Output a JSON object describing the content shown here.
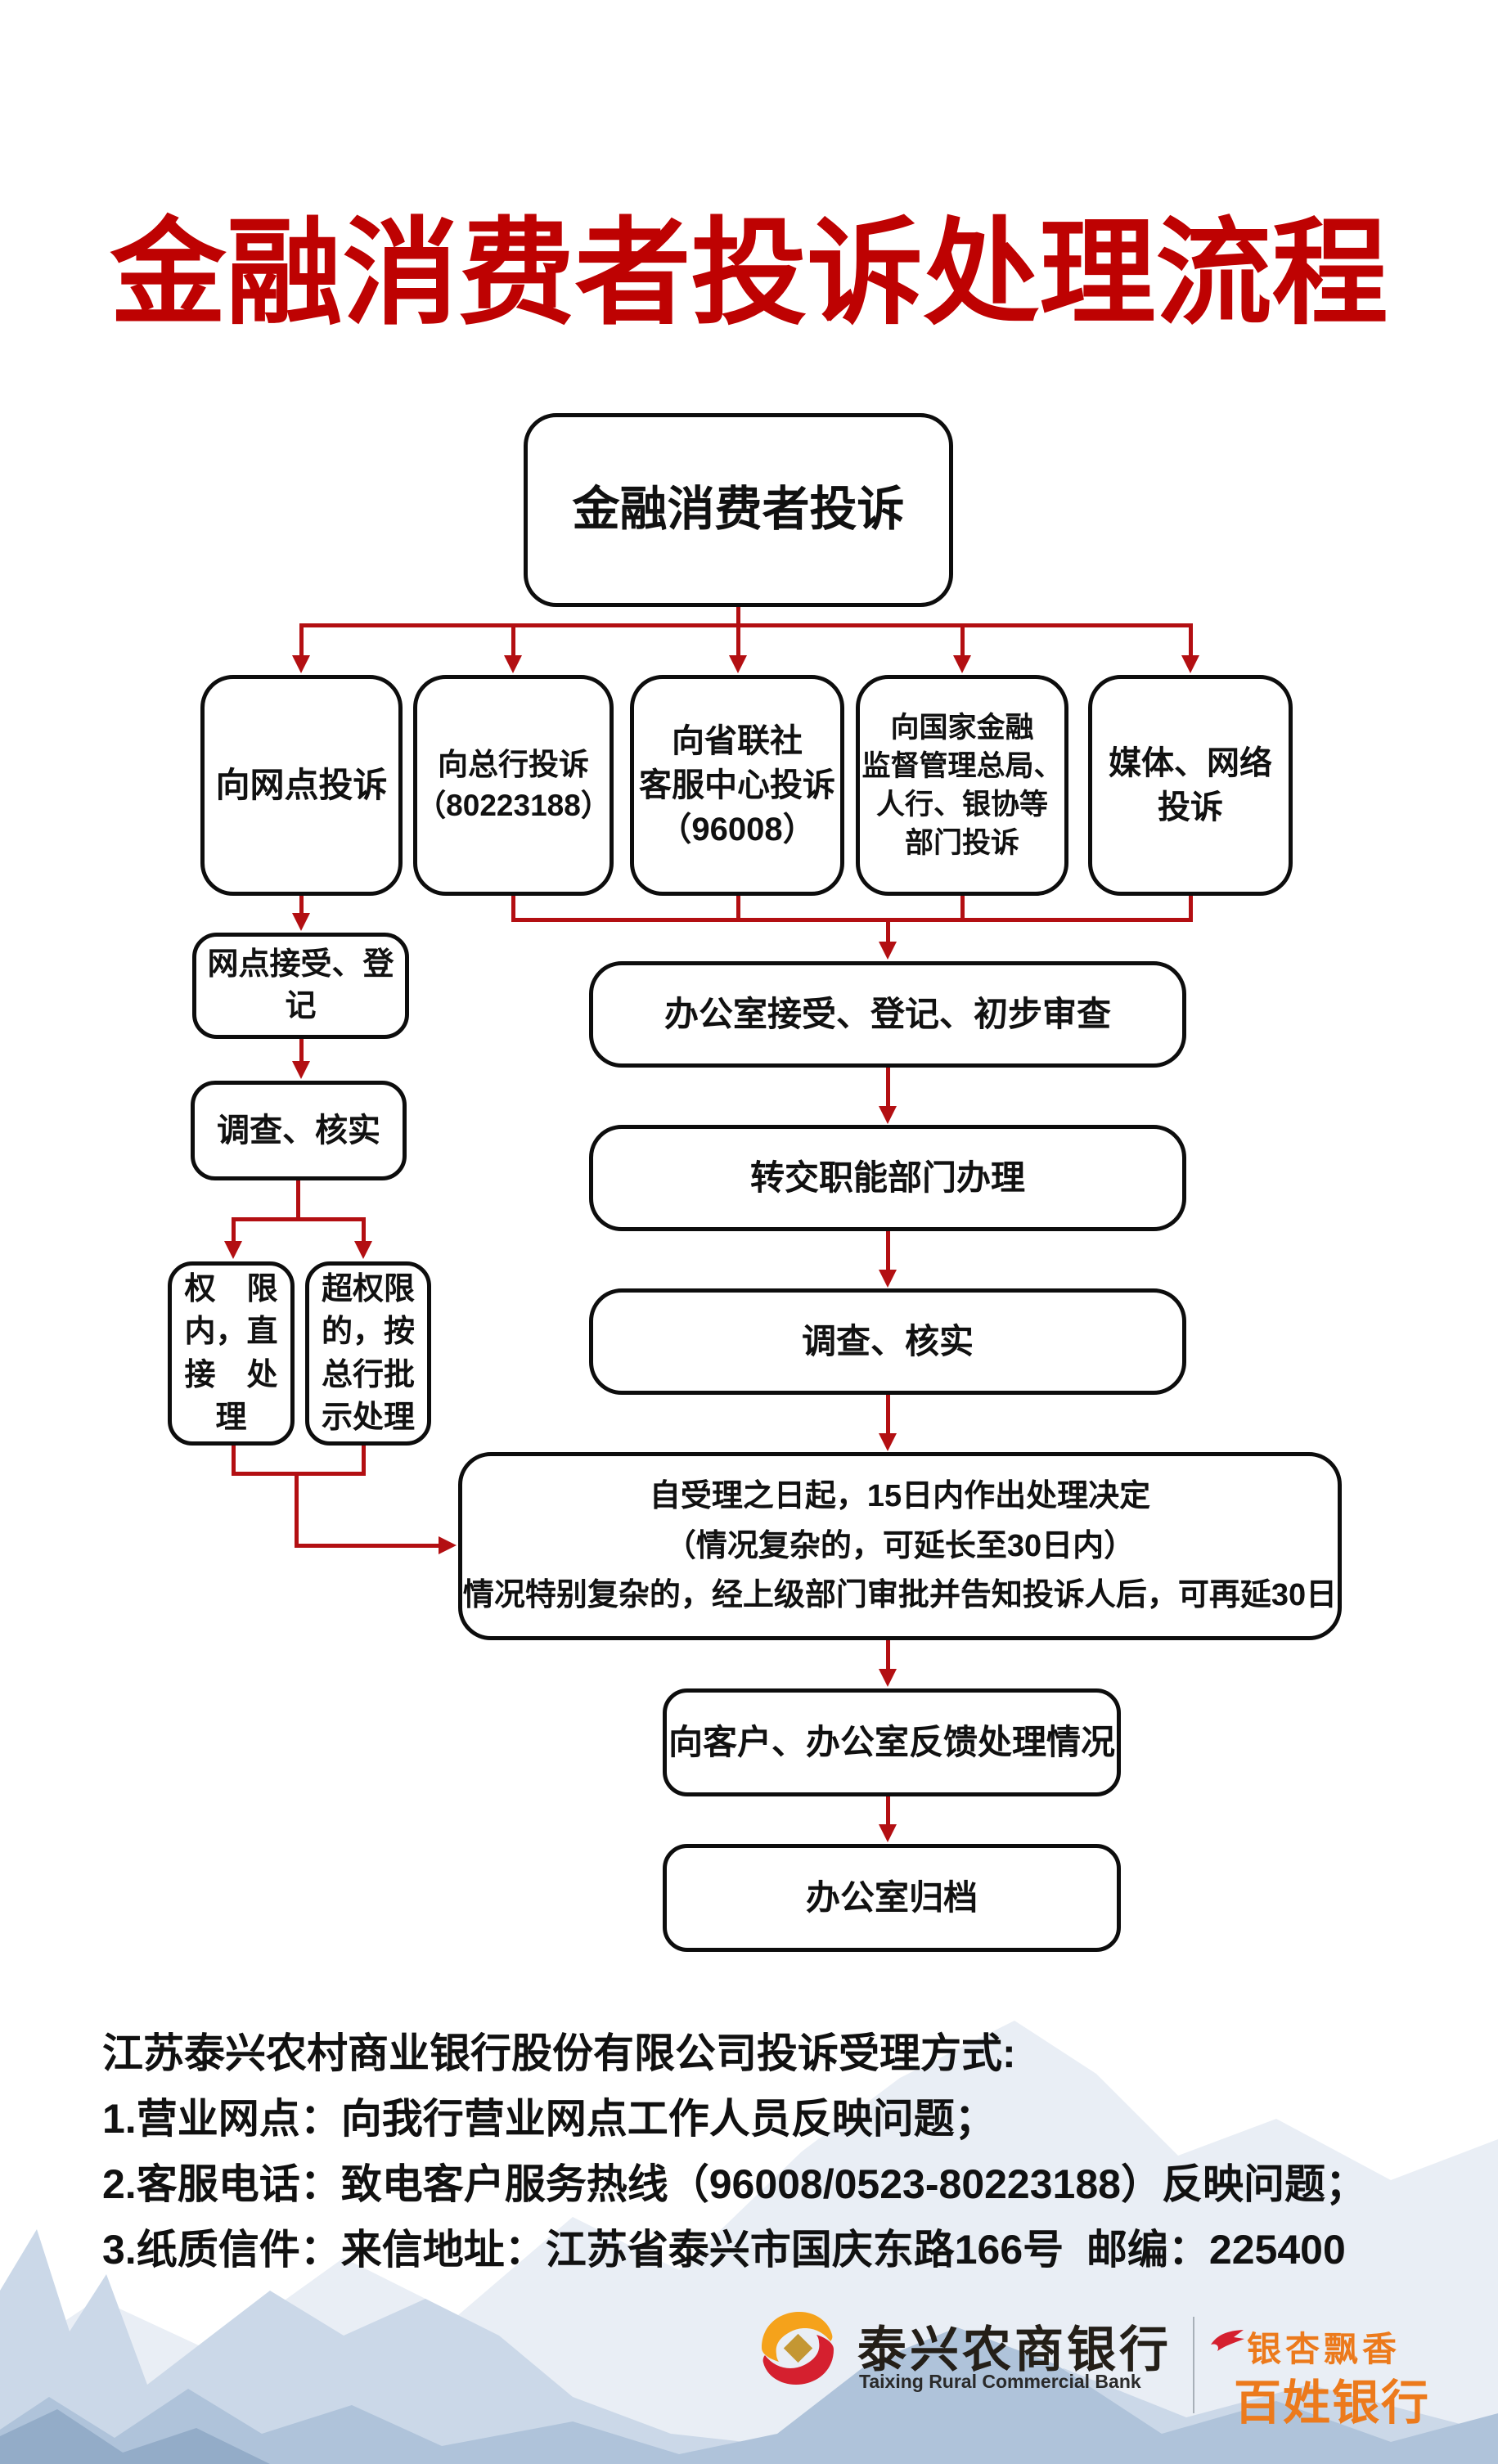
{
  "title": "金融消费者投诉处理流程",
  "theme": {
    "title_red": "#BE0202",
    "line_red": "#B30F12",
    "border_black": "#0D0D0D",
    "mountain_1": "#E9EEF5",
    "mountain_2": "#CBD8E8",
    "mountain_3": "#AFC3DA",
    "mountain_4": "#93ACC8",
    "logo_orange": "#F5A21B",
    "logo_red": "#D5202F",
    "logo_gold": "#C49733",
    "slogan_orange": "#EC7A1C"
  },
  "flow": {
    "nodes": {
      "root": {
        "label": "金融消费者投诉"
      },
      "b1": {
        "label": "向网点投诉"
      },
      "b2": {
        "label": "向总行投诉\n（80223188）"
      },
      "b3": {
        "label": "向省联社\n客服中心投诉\n（96008）"
      },
      "b4": {
        "label": "向国家金融\n监督管理总局、\n人行、银协等\n部门投诉"
      },
      "b5": {
        "label": "媒体、网络\n投诉"
      },
      "receive_branch": {
        "label": "网点接受、登记"
      },
      "investigate_left": {
        "label": "调查、核实"
      },
      "within_auth": {
        "label": "权　限\n内，直\n接　处\n理"
      },
      "beyond_auth": {
        "label": "超权限\n的，按\n总行批\n示处理"
      },
      "office_receive": {
        "label": "办公室接受、登记、初步审查"
      },
      "transfer": {
        "label": "转交职能部门办理"
      },
      "investigate_center": {
        "label": "调查、核实"
      },
      "decision": {
        "label": "自受理之日起，15日内作出处理决定\n（情况复杂的，可延长至30日内）\n情况特别复杂的，经上级部门审批并告知投诉人后，可再延30日"
      },
      "feedback": {
        "label": "向客户、办公室反馈处理情况"
      },
      "archive": {
        "label": "办公室归档"
      }
    }
  },
  "contact": {
    "heading": "江苏泰兴农村商业银行股份有限公司投诉受理方式:",
    "items": [
      "1.营业网点：向我行营业网点工作人员反映问题；",
      "2.客服电话：致电客户服务热线（96008/0523-80223188）反映问题；",
      "3.纸质信件：来信地址：江苏省泰兴市国庆东路166号  邮编：225400"
    ]
  },
  "footer": {
    "bank_name_cn": "泰兴农商银行",
    "bank_name_en": "Taixing Rural Commercial Bank",
    "slogan_top": "银杏飘香",
    "slogan_bottom": "百姓银行"
  }
}
